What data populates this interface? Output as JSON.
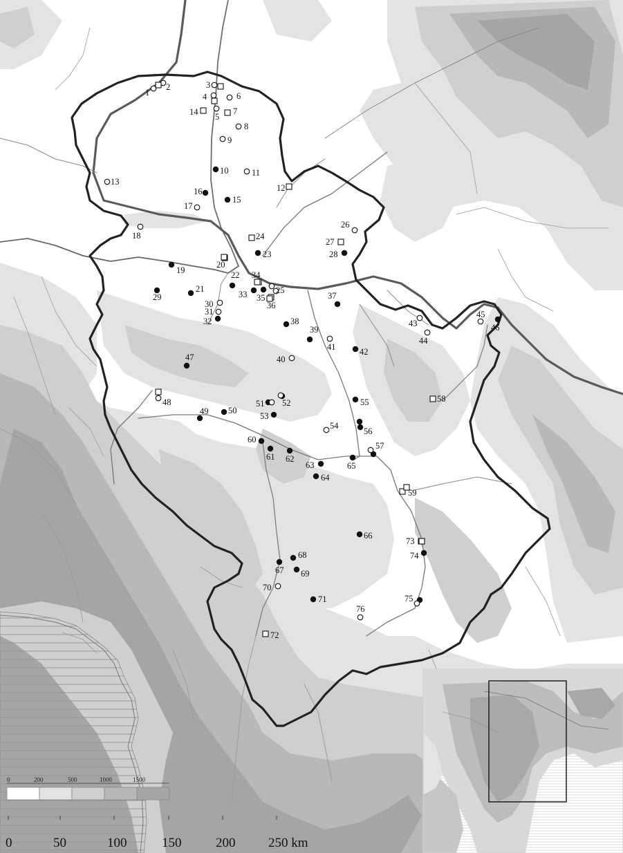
{
  "map": {
    "colors": {
      "background": "#ffffff",
      "relief_light": "#e3e3e3",
      "relief_mid": "#cfcfcf",
      "relief_dark": "#b8b8b8",
      "relief_darker": "#a5a5a5",
      "sea_hatch": "#9a9a9a",
      "border": "#222222",
      "river": "#777777",
      "major_river": "#555555",
      "marker": "#111111"
    },
    "legend": {
      "elevation_labels": [
        "0",
        "200",
        "500",
        "1000",
        "1500"
      ],
      "elevation_colors": [
        "#ffffff",
        "#e3e3e3",
        "#cfcfcf",
        "#b8b8b8",
        "#a5a5a5"
      ]
    },
    "scale_bar": {
      "labels": [
        "0",
        "50",
        "100",
        "150",
        "200",
        "250 km"
      ]
    },
    "sites": [
      {
        "n": "1",
        "type": "open"
      },
      {
        "n": "2",
        "type": "open"
      },
      {
        "n": "3",
        "type": "open"
      },
      {
        "n": "4",
        "type": "open"
      },
      {
        "n": "5",
        "type": "open"
      },
      {
        "n": "6",
        "type": "open"
      },
      {
        "n": "7",
        "type": "square"
      },
      {
        "n": "8",
        "type": "open"
      },
      {
        "n": "9",
        "type": "open"
      },
      {
        "n": "10",
        "type": "filled"
      },
      {
        "n": "11",
        "type": "open"
      },
      {
        "n": "12",
        "type": "square"
      },
      {
        "n": "13",
        "type": "open"
      },
      {
        "n": "14",
        "type": "square"
      },
      {
        "n": "15",
        "type": "filled"
      },
      {
        "n": "16",
        "type": "filled"
      },
      {
        "n": "17",
        "type": "open"
      },
      {
        "n": "18",
        "type": "open"
      },
      {
        "n": "19",
        "type": "filled"
      },
      {
        "n": "20",
        "type": "square"
      },
      {
        "n": "21",
        "type": "filled"
      },
      {
        "n": "22",
        "type": "filled"
      },
      {
        "n": "23",
        "type": "filled"
      },
      {
        "n": "24",
        "type": "square"
      },
      {
        "n": "25",
        "type": "open"
      },
      {
        "n": "26",
        "type": "open"
      },
      {
        "n": "27",
        "type": "square"
      },
      {
        "n": "28",
        "type": "filled"
      },
      {
        "n": "29",
        "type": "filled"
      },
      {
        "n": "30",
        "type": "open"
      },
      {
        "n": "31",
        "type": "open"
      },
      {
        "n": "32",
        "type": "filled"
      },
      {
        "n": "33",
        "type": "filled"
      },
      {
        "n": "34",
        "type": "square"
      },
      {
        "n": "35",
        "type": "filled"
      },
      {
        "n": "36",
        "type": "square"
      },
      {
        "n": "37",
        "type": "filled"
      },
      {
        "n": "38",
        "type": "filled"
      },
      {
        "n": "39",
        "type": "filled"
      },
      {
        "n": "40",
        "type": "open"
      },
      {
        "n": "41",
        "type": "open"
      },
      {
        "n": "42",
        "type": "filled"
      },
      {
        "n": "43",
        "type": "open"
      },
      {
        "n": "44",
        "type": "open"
      },
      {
        "n": "45",
        "type": "open"
      },
      {
        "n": "46",
        "type": "filled"
      },
      {
        "n": "47",
        "type": "filled"
      },
      {
        "n": "48",
        "type": "open"
      },
      {
        "n": "49",
        "type": "filled"
      },
      {
        "n": "50",
        "type": "filled"
      },
      {
        "n": "51",
        "type": "filled"
      },
      {
        "n": "52",
        "type": "filled"
      },
      {
        "n": "53",
        "type": "filled"
      },
      {
        "n": "54",
        "type": "open"
      },
      {
        "n": "55",
        "type": "filled"
      },
      {
        "n": "56",
        "type": "filled"
      },
      {
        "n": "57",
        "type": "filled"
      },
      {
        "n": "58",
        "type": "square"
      },
      {
        "n": "59",
        "type": "square"
      },
      {
        "n": "60",
        "type": "filled"
      },
      {
        "n": "61",
        "type": "filled"
      },
      {
        "n": "62",
        "type": "filled"
      },
      {
        "n": "63",
        "type": "filled"
      },
      {
        "n": "64",
        "type": "filled"
      },
      {
        "n": "65",
        "type": "filled"
      },
      {
        "n": "66",
        "type": "filled"
      },
      {
        "n": "67",
        "type": "filled"
      },
      {
        "n": "68",
        "type": "filled"
      },
      {
        "n": "69",
        "type": "filled"
      },
      {
        "n": "70",
        "type": "open"
      },
      {
        "n": "71",
        "type": "filled"
      },
      {
        "n": "72",
        "type": "square"
      },
      {
        "n": "73",
        "type": "square"
      },
      {
        "n": "74",
        "type": "filled"
      },
      {
        "n": "75",
        "type": "filled"
      },
      {
        "n": "76",
        "type": "open"
      }
    ]
  }
}
